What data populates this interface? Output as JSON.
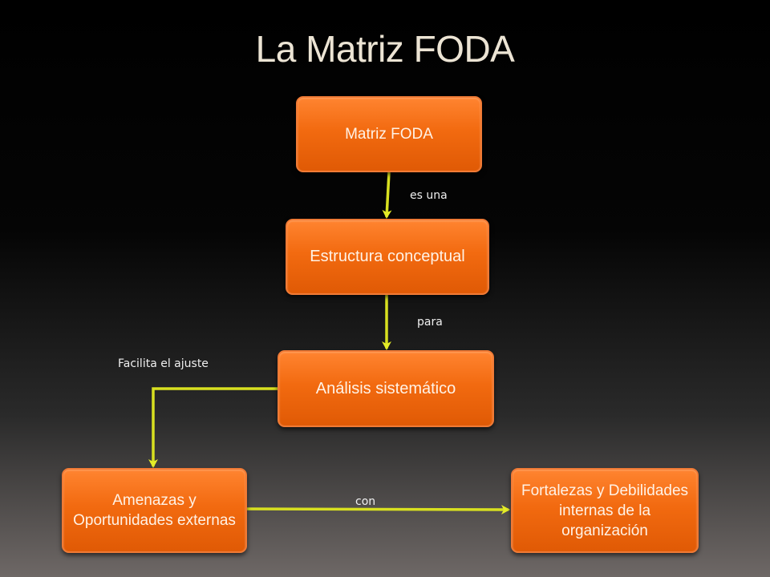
{
  "title": "La Matriz FODA",
  "nodes": {
    "matriz": "Matriz FODA",
    "estructura": "Estructura conceptual",
    "analisis": "Análisis sistemático",
    "amenazas": "Amenazas y Oportunidades externas",
    "fortalezas": "Fortalezas y Debilidades internas de la organización"
  },
  "edges": {
    "es_una": "es una",
    "para": "para",
    "facilita": "Facilita el ajuste",
    "con": "con"
  },
  "colors": {
    "node_fill": "#f26a10",
    "connector": "#d8e020",
    "title": "#ece4d4"
  }
}
